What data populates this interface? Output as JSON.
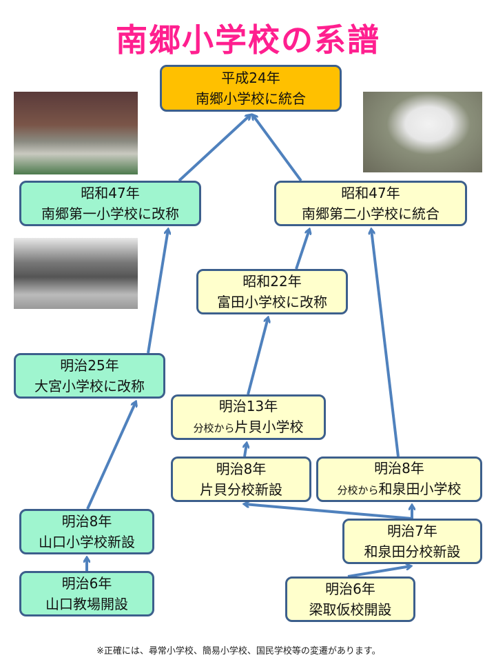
{
  "title": "南郷小学校の系譜",
  "boxes": {
    "h24": {
      "l1": "平成24年",
      "l2": "南郷小学校に統合"
    },
    "s47a": {
      "l1": "昭和47年",
      "l2": "南郷第一小学校に改称"
    },
    "s47b": {
      "l1": "昭和47年",
      "l2": "南郷第二小学校に統合"
    },
    "s22": {
      "l1": "昭和22年",
      "l2": "富田小学校に改称"
    },
    "m25": {
      "l1": "明治25年",
      "l2": "大宮小学校に改称"
    },
    "m13": {
      "l1": "明治13年",
      "pre": "分校から",
      "l2": "片貝小学校"
    },
    "m8k": {
      "l1": "明治8年",
      "l2": "片貝分校新設"
    },
    "m8i": {
      "l1": "明治8年",
      "pre": "分校から",
      "l2": "和泉田小学校"
    },
    "m8y": {
      "l1": "明治8年",
      "l2": "山口小学校新設"
    },
    "m7": {
      "l1": "明治7年",
      "l2": "和泉田分校新設"
    },
    "m6y": {
      "l1": "明治6年",
      "l2": "山口教場開設"
    },
    "m6n": {
      "l1": "明治6年",
      "l2": "梁取仮校開設"
    }
  },
  "footnote": "※正確には、尋常小学校、簡易小学校、国民学校等の変遷があります。",
  "colors": {
    "title": "#ff1f8f",
    "green": "#9ff5cf",
    "yellow": "#ffffcc",
    "orange": "#ffc000",
    "arrow": "#4f81bd"
  }
}
